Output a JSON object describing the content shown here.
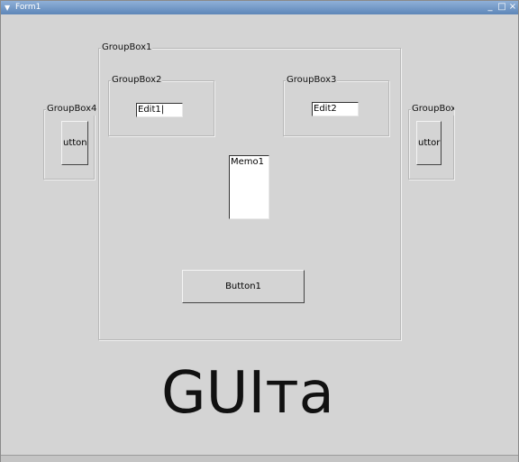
{
  "window": {
    "title": "Form1",
    "controls": {
      "minimize": "_",
      "maximize": "□",
      "close": "×"
    }
  },
  "groups": {
    "groupbox1": {
      "label": "GroupBox1"
    },
    "groupbox2": {
      "label": "GroupBox2"
    },
    "groupbox3": {
      "label": "GroupBox3"
    },
    "groupbox4": {
      "label": "GroupBox4"
    },
    "groupbox5": {
      "label": "GroupBox"
    }
  },
  "edits": {
    "edit1": {
      "value": "Edit1|"
    },
    "edit2": {
      "value": "Edit2"
    }
  },
  "memo": {
    "value": "Memo1"
  },
  "buttons": {
    "button1": {
      "label": "Button1"
    },
    "left_button": {
      "label": "utton"
    },
    "right_button": {
      "label": "uttor"
    }
  },
  "big_text": "GUIта",
  "icons": {
    "menu": "menu-arrow-icon",
    "minimize": "minimize-icon",
    "maximize": "maximize-icon",
    "close": "close-icon"
  }
}
